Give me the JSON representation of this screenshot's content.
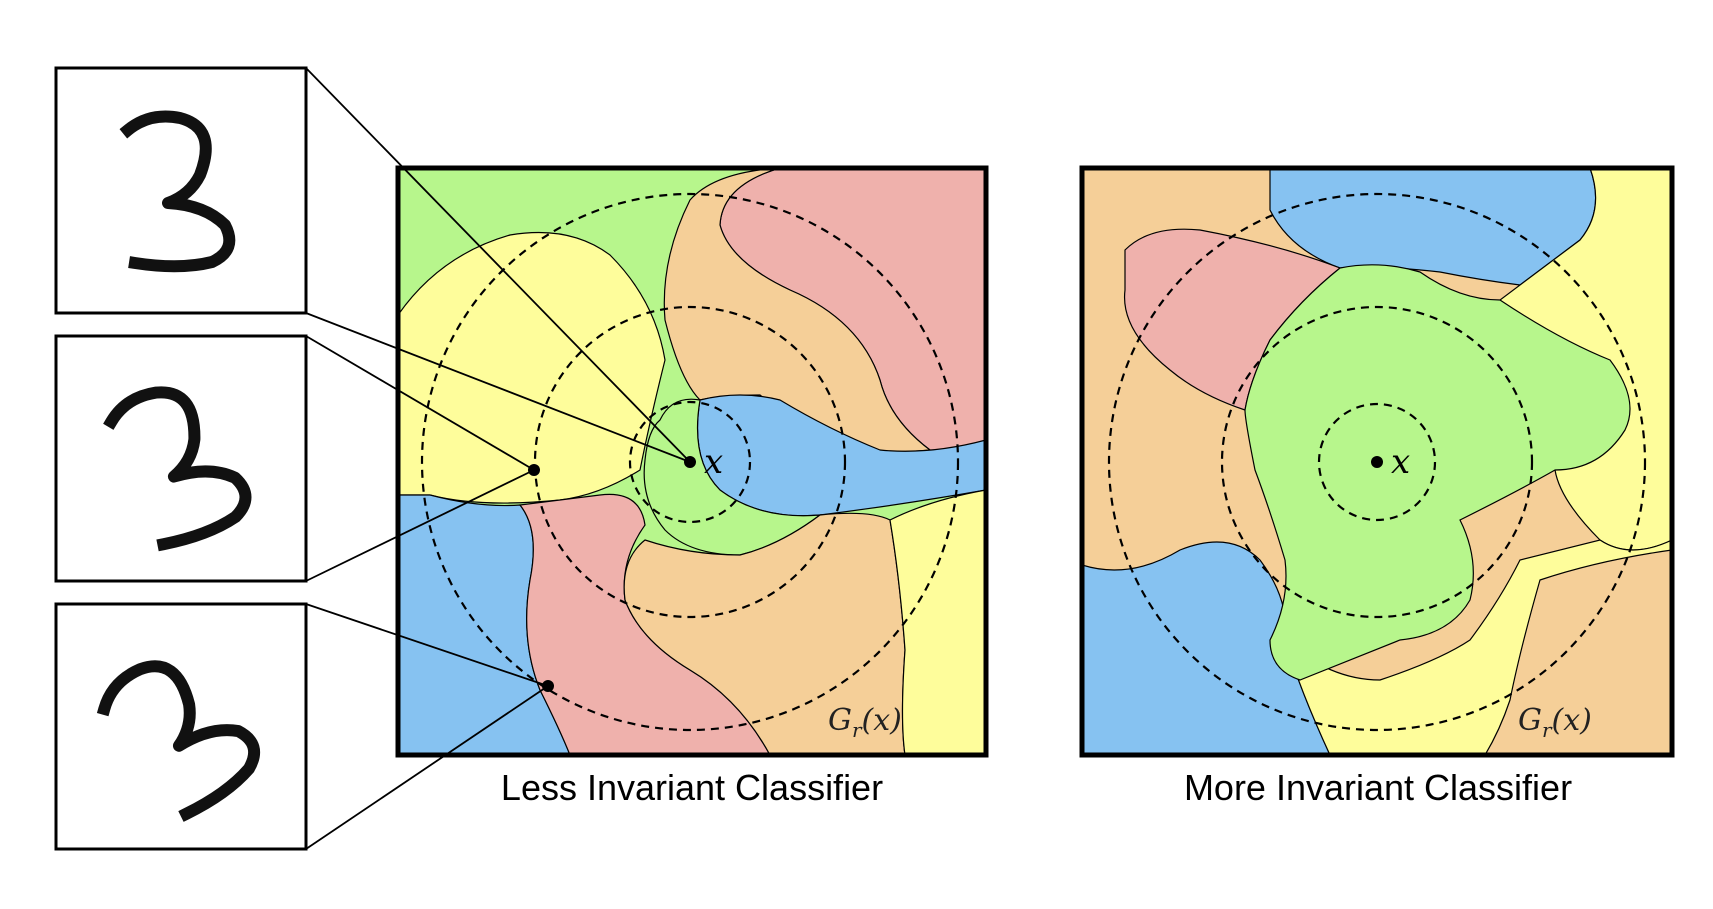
{
  "left_panel": {
    "caption": "Less Invariant Classifier",
    "point_label": "x",
    "orbit_label_script": "G",
    "orbit_label_sub": "r",
    "orbit_label_arg": "(x)"
  },
  "right_panel": {
    "caption": "More Invariant Classifier",
    "point_label": "x",
    "orbit_label_script": "G",
    "orbit_label_sub": "r",
    "orbit_label_arg": "(x)"
  },
  "digit_insets": [
    {
      "digit": "3",
      "rotation": "0"
    },
    {
      "digit": "3",
      "rotation": "-20"
    },
    {
      "digit": "3",
      "rotation": "-35"
    }
  ],
  "region_colors": {
    "green": "#b7f68c",
    "yellow": "#fefd9b",
    "orange": "#f5cf98",
    "red": "#efb1ac",
    "blue": "#86c2f1"
  }
}
